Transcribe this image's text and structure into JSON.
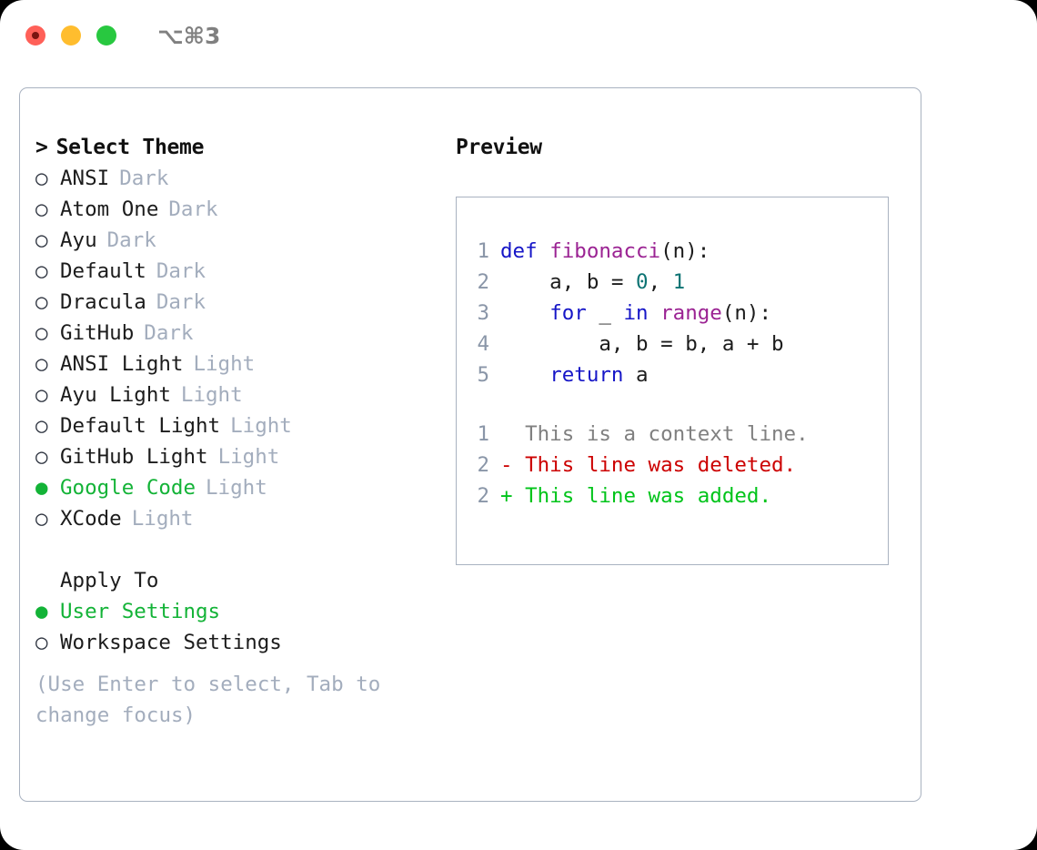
{
  "titlebar": {
    "shortcut": "⌥⌘3",
    "buttons": [
      "close",
      "minimize",
      "zoom"
    ]
  },
  "theme_panel": {
    "header": "Select Theme",
    "caret": ">",
    "bullet_empty": "○",
    "bullet_filled": "●",
    "items": [
      {
        "name": "ANSI",
        "variant": "Dark",
        "selected": false
      },
      {
        "name": "Atom One",
        "variant": "Dark",
        "selected": false
      },
      {
        "name": "Ayu",
        "variant": "Dark",
        "selected": false
      },
      {
        "name": "Default",
        "variant": "Dark",
        "selected": false
      },
      {
        "name": "Dracula",
        "variant": "Dark",
        "selected": false
      },
      {
        "name": "GitHub",
        "variant": "Dark",
        "selected": false
      },
      {
        "name": "ANSI Light",
        "variant": "Light",
        "selected": false
      },
      {
        "name": "Ayu Light",
        "variant": "Light",
        "selected": false
      },
      {
        "name": "Default Light",
        "variant": "Light",
        "selected": false
      },
      {
        "name": "GitHub Light",
        "variant": "Light",
        "selected": false
      },
      {
        "name": "Google Code",
        "variant": "Light",
        "selected": true
      },
      {
        "name": "XCode",
        "variant": "Light",
        "selected": false
      }
    ]
  },
  "apply_to": {
    "header": "Apply To",
    "items": [
      {
        "name": "User Settings",
        "selected": true
      },
      {
        "name": "Workspace Settings",
        "selected": false
      }
    ]
  },
  "hint": "(Use Enter to select, Tab to change focus)",
  "preview": {
    "title": "Preview",
    "code_lines": [
      {
        "no": "1",
        "tokens": [
          {
            "t": "def",
            "c": "kw"
          },
          {
            "t": " ",
            "c": "plain"
          },
          {
            "t": "fibonacci",
            "c": "fn"
          },
          {
            "t": "(n):",
            "c": "punc"
          }
        ]
      },
      {
        "no": "2",
        "tokens": [
          {
            "t": "    a, b = ",
            "c": "plain"
          },
          {
            "t": "0",
            "c": "num"
          },
          {
            "t": ", ",
            "c": "plain"
          },
          {
            "t": "1",
            "c": "num"
          }
        ]
      },
      {
        "no": "3",
        "tokens": [
          {
            "t": "    ",
            "c": "plain"
          },
          {
            "t": "for",
            "c": "kw"
          },
          {
            "t": " _ ",
            "c": "plain"
          },
          {
            "t": "in",
            "c": "kw"
          },
          {
            "t": " ",
            "c": "plain"
          },
          {
            "t": "range",
            "c": "fn"
          },
          {
            "t": "(n):",
            "c": "punc"
          }
        ]
      },
      {
        "no": "4",
        "tokens": [
          {
            "t": "        a, b = b, a + b",
            "c": "plain"
          }
        ]
      },
      {
        "no": "5",
        "tokens": [
          {
            "t": "    ",
            "c": "plain"
          },
          {
            "t": "return",
            "c": "kw"
          },
          {
            "t": " a",
            "c": "plain"
          }
        ]
      }
    ],
    "diff_lines": [
      {
        "no": "1",
        "marker": " ",
        "text": " This is a context line.",
        "kind": "ctx"
      },
      {
        "no": "2",
        "marker": "-",
        "text": " This line was deleted.",
        "kind": "del"
      },
      {
        "no": "2",
        "marker": "+",
        "text": " This line was added.",
        "kind": "add"
      }
    ]
  },
  "colors": {
    "accent_green": "#13b337",
    "border": "#a9b2c0",
    "muted": "#a3adbd",
    "keyword": "#1616c7",
    "function": "#9b2393",
    "number": "#0d7373",
    "diff_add": "#00c41a",
    "diff_del": "#cc0000",
    "diff_ctx": "#808080",
    "lineno": "#8a96a8"
  }
}
